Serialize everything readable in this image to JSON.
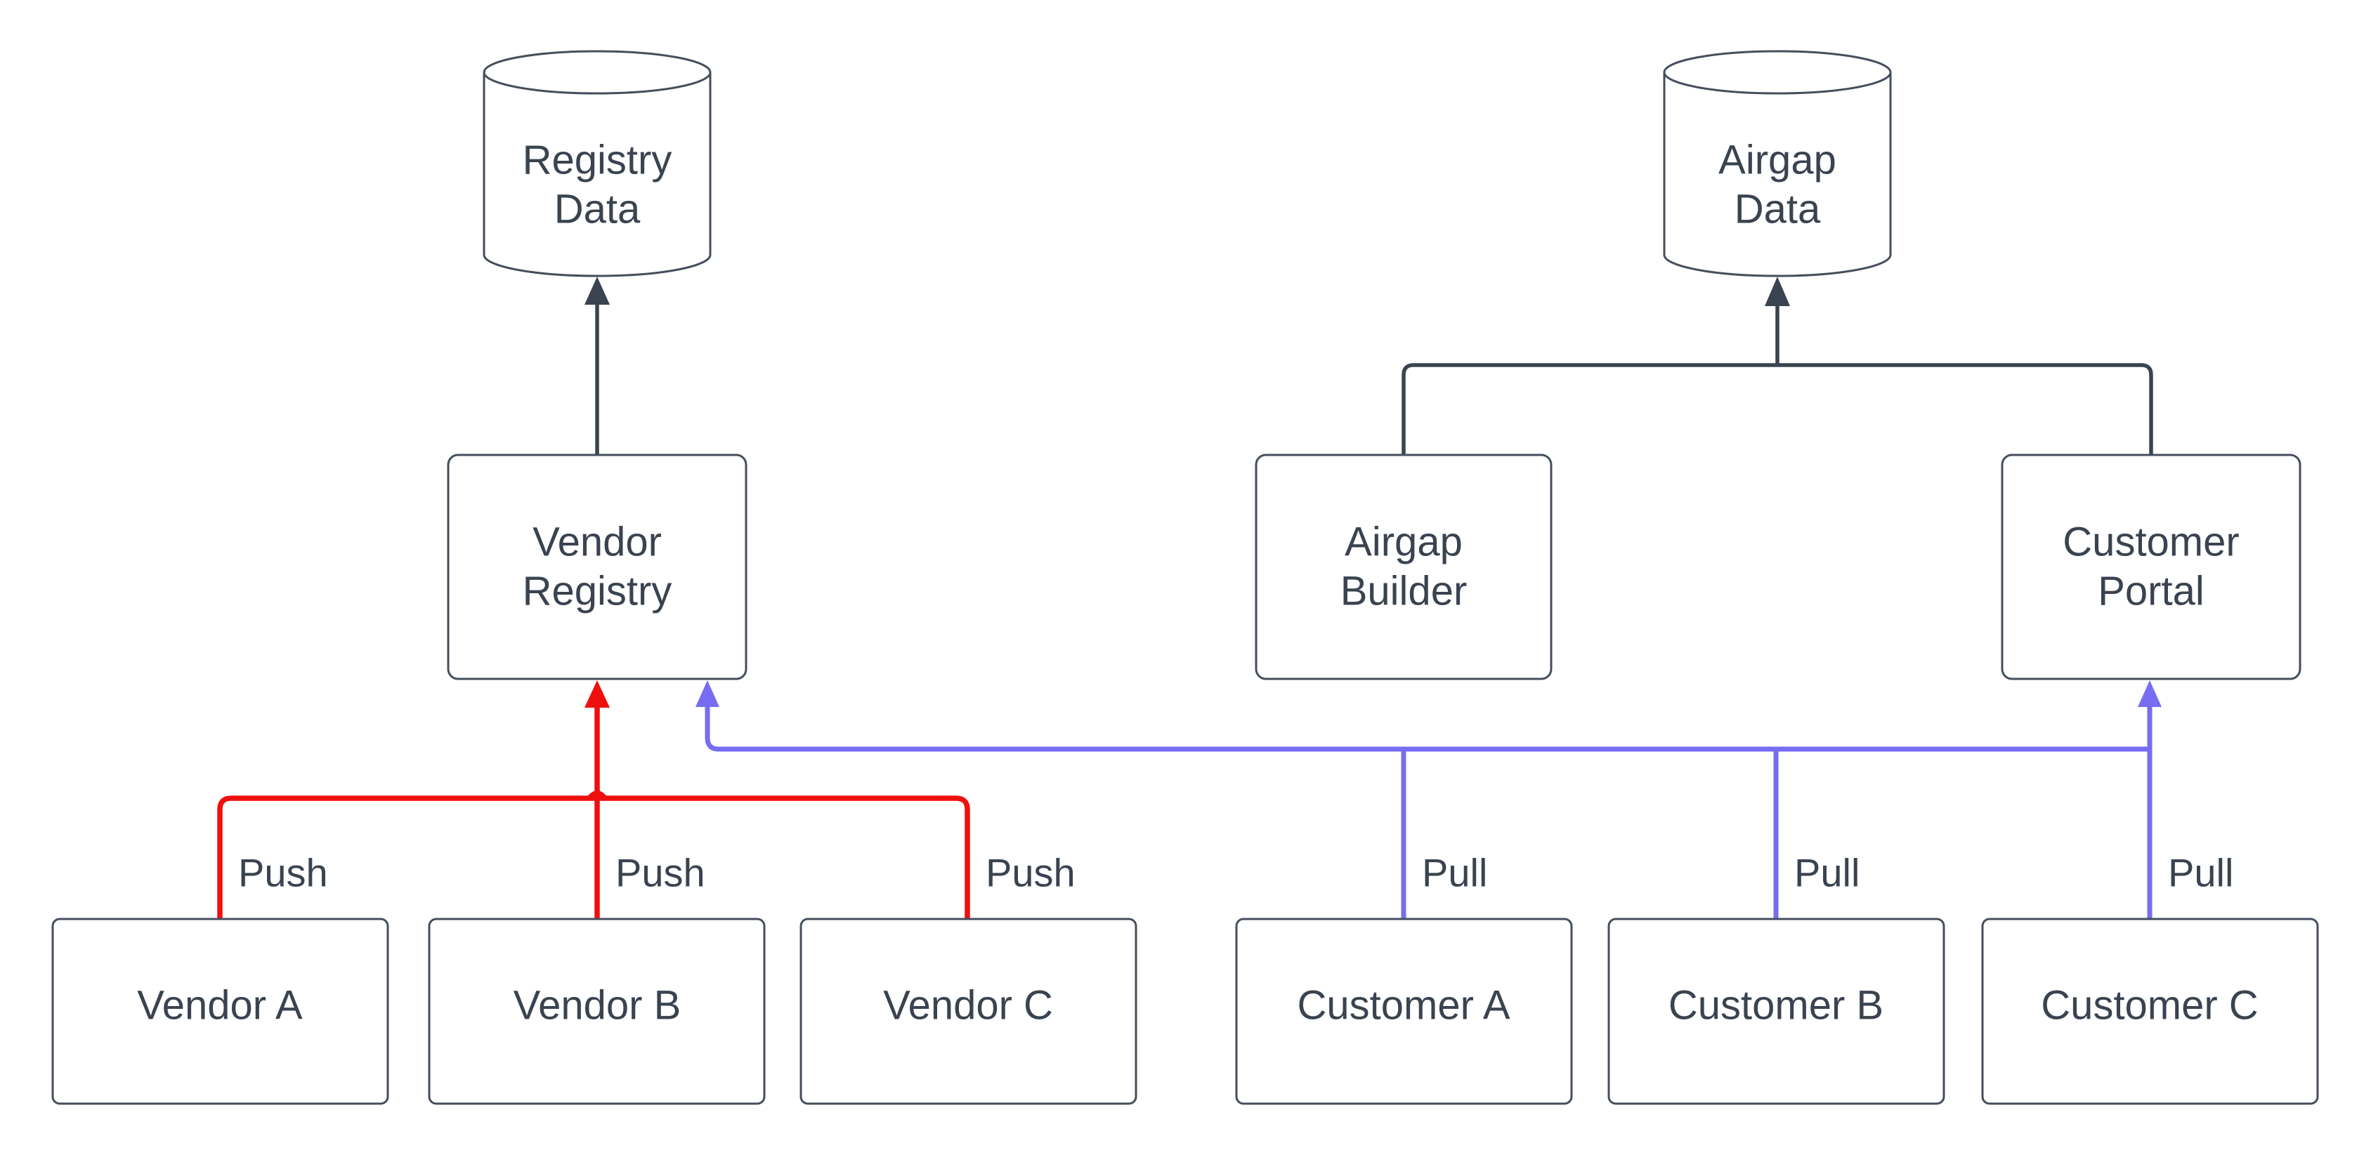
{
  "diagram": {
    "background": "#ffffff",
    "nodes": {
      "registry_data": {
        "type": "cylinder",
        "line1": "Registry",
        "line2": "Data"
      },
      "airgap_data": {
        "type": "cylinder",
        "line1": "Airgap",
        "line2": "Data"
      },
      "vendor_registry": {
        "type": "box",
        "line1": "Vendor",
        "line2": "Registry"
      },
      "airgap_builder": {
        "type": "box",
        "line1": "Airgap",
        "line2": "Builder"
      },
      "customer_portal": {
        "type": "box",
        "line1": "Customer",
        "line2": "Portal"
      },
      "vendor_a": {
        "type": "box",
        "label": "Vendor A"
      },
      "vendor_b": {
        "type": "box",
        "label": "Vendor B"
      },
      "vendor_c": {
        "type": "box",
        "label": "Vendor C"
      },
      "customer_a": {
        "type": "box",
        "label": "Customer A"
      },
      "customer_b": {
        "type": "box",
        "label": "Customer B"
      },
      "customer_c": {
        "type": "box",
        "label": "Customer C"
      }
    },
    "edge_labels": {
      "push": "Push",
      "pull": "Pull"
    },
    "edges": [
      {
        "from": "vendor_registry",
        "to": "registry_data",
        "label": "",
        "color": "#3a4350"
      },
      {
        "from": "airgap_builder",
        "to": "airgap_data",
        "label": "",
        "color": "#3a4350"
      },
      {
        "from": "customer_portal",
        "to": "airgap_data",
        "label": "",
        "color": "#3a4350"
      },
      {
        "from": "vendor_a",
        "to": "vendor_registry",
        "label": "Push",
        "color": "#ef0f0f"
      },
      {
        "from": "vendor_b",
        "to": "vendor_registry",
        "label": "Push",
        "color": "#ef0f0f"
      },
      {
        "from": "vendor_c",
        "to": "vendor_registry",
        "label": "Push",
        "color": "#ef0f0f"
      },
      {
        "from": "customer_a",
        "to": "vendor_registry",
        "label": "Pull",
        "color": "#766df2"
      },
      {
        "from": "customer_b",
        "to": "vendor_registry",
        "label": "Pull",
        "color": "#766df2"
      },
      {
        "from": "customer_c",
        "to": "vendor_registry",
        "label": "Pull",
        "color": "#766df2"
      },
      {
        "from": "customer_c",
        "to": "customer_portal",
        "label": "Pull",
        "color": "#766df2"
      }
    ],
    "colors": {
      "push_edge": "#ef0f0f",
      "pull_edge": "#766df2",
      "dark_edge": "#3a4350",
      "node_border": "#454e5c",
      "text": "#3a4350",
      "background": "#ffffff"
    }
  }
}
